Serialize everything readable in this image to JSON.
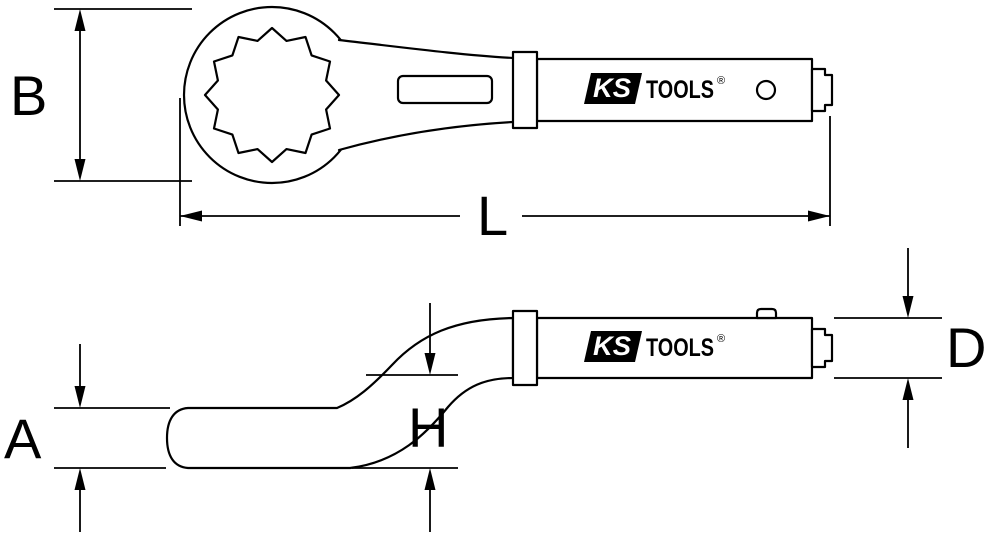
{
  "page": {
    "background": "#ffffff",
    "line_color": "#000000",
    "description": "Technical dimension drawing of an offset ring slogging spanner, top view and side view"
  },
  "brand": {
    "ks": "KS",
    "tools": "TOOLS",
    "registered": "®"
  },
  "dimensions": {
    "B": {
      "label": "B"
    },
    "L": {
      "label": "L"
    },
    "A": {
      "label": "A"
    },
    "H": {
      "label": "H"
    },
    "D": {
      "label": "D"
    }
  }
}
